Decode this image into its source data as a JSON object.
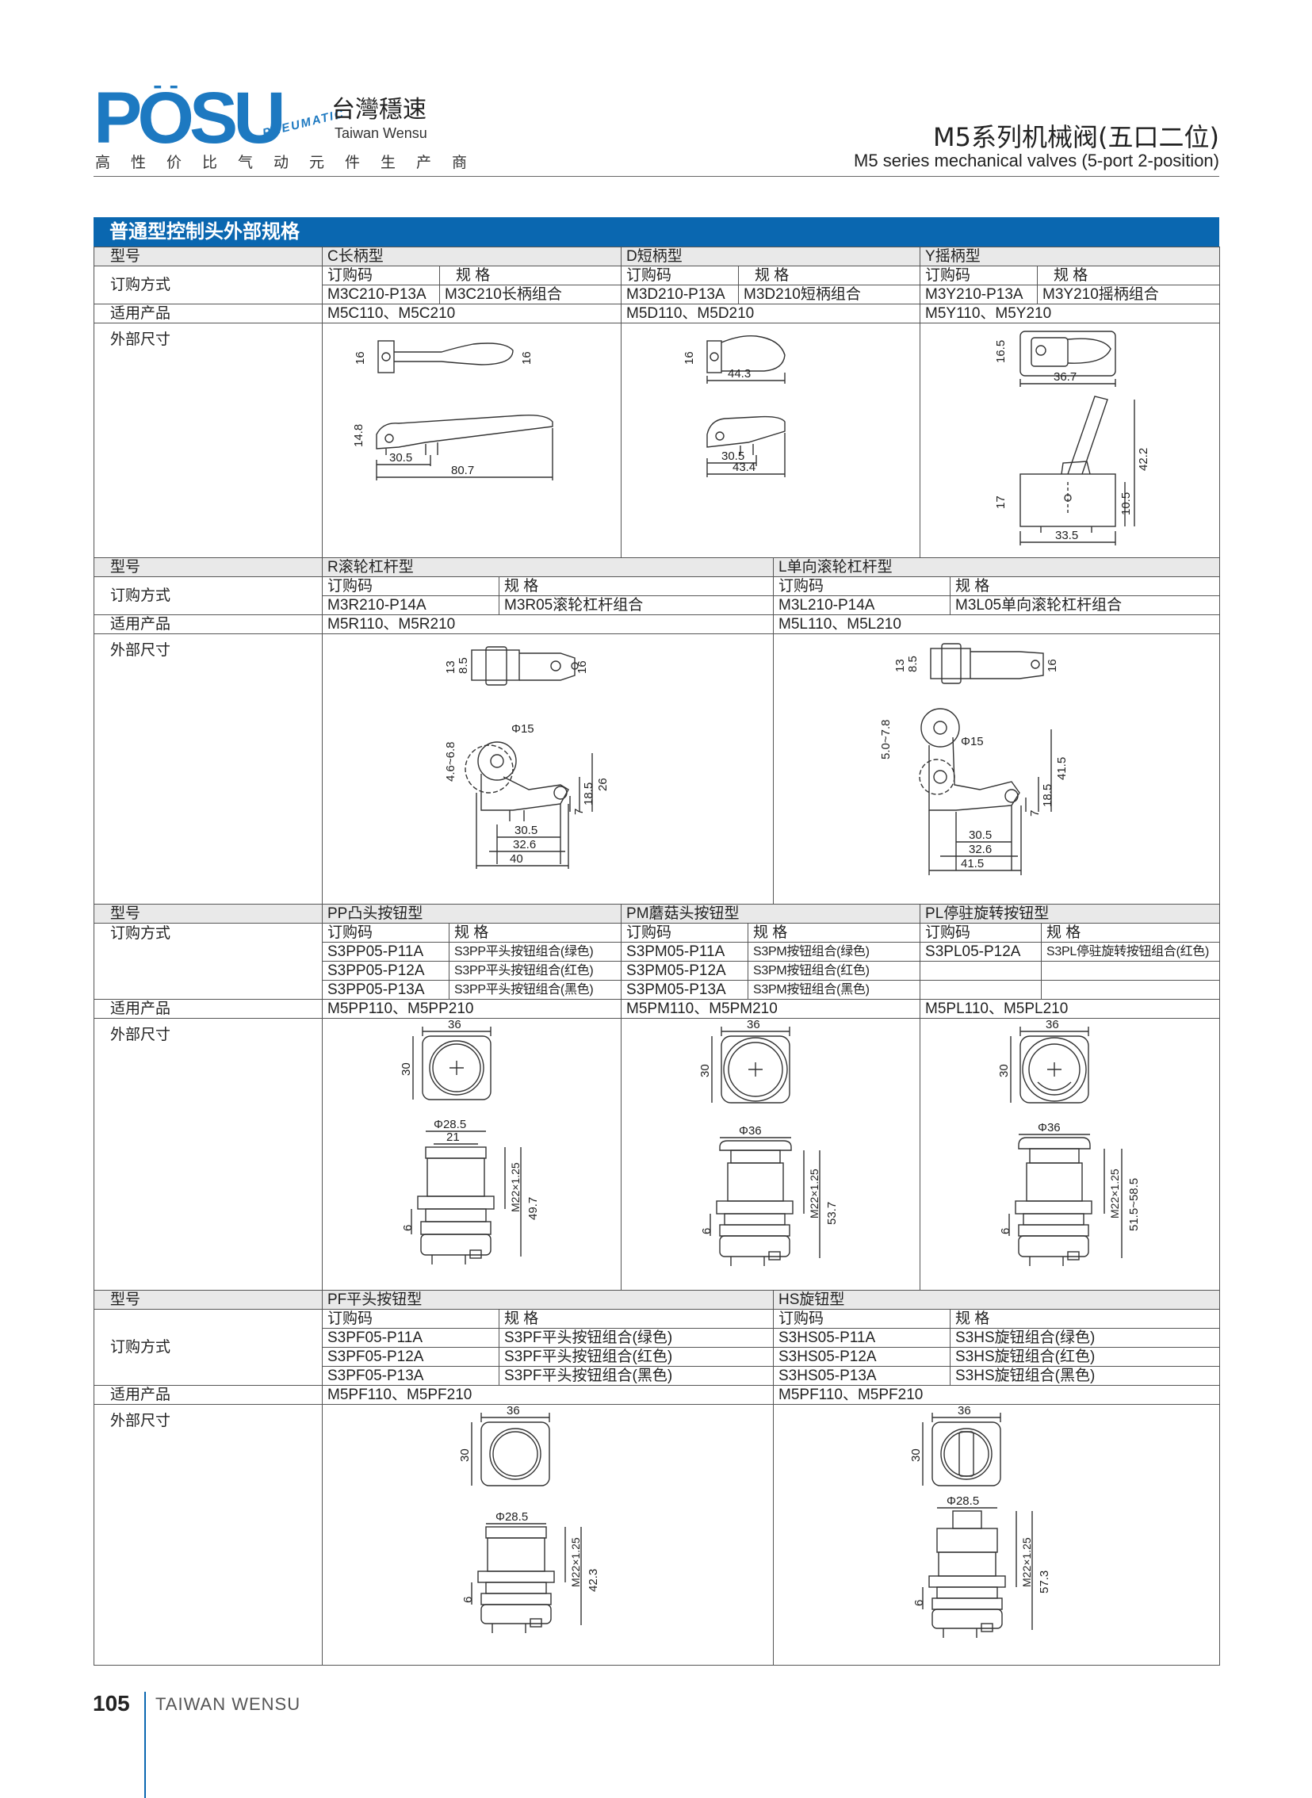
{
  "header": {
    "logo_text": "PÖSU",
    "logo_arc": "PNEUMATIC",
    "logo_cn": "台灣穩速",
    "logo_en": "Taiwan Wensu",
    "tagline": "高性价比气动元件生产商",
    "title_cn": "M5系列机械阀(五口二位)",
    "title_en": "M5 series mechanical valves (5-port 2-position)"
  },
  "section_title": "普通型控制头外部规格",
  "labels": {
    "model": "型号",
    "order": "订购方式",
    "product": "适用产品",
    "dims": "外部尺寸",
    "code": "订购码",
    "spec": "规  格"
  },
  "table1": {
    "groups": [
      {
        "name": "C长柄型",
        "code": "M3C210-P13A",
        "spec": "M3C210长柄组合",
        "products": "M5C110、M5C210",
        "dims": [
          "16",
          "16",
          "14.8",
          "30.5",
          "80.7"
        ]
      },
      {
        "name": "D短柄型",
        "code": "M3D210-P13A",
        "spec": "M3D210短柄组合",
        "products": "M5D110、M5D210",
        "dims": [
          "16",
          "44.3",
          "30.5",
          "43.4"
        ]
      },
      {
        "name": "Y摇柄型",
        "code": "M3Y210-P13A",
        "spec": "M3Y210摇柄组合",
        "products": "M5Y110、M5Y210",
        "dims": [
          "16.5",
          "36.7",
          "42.2",
          "17",
          "10.5",
          "33.5"
        ]
      }
    ]
  },
  "table2": {
    "groups": [
      {
        "name": "R滚轮杠杆型",
        "code": "M3R210-P14A",
        "spec": "M3R05滚轮杠杆组合",
        "products": "M5R110、M5R210",
        "dims": [
          "13",
          "8.5",
          "16",
          "Φ15",
          "4.6~6.8",
          "26",
          "18.5",
          "7",
          "30.5",
          "32.6",
          "40"
        ]
      },
      {
        "name": "L单向滚轮杠杆型",
        "code": "M3L210-P14A",
        "spec": "M3L05单向滚轮杠杆组合",
        "products": "M5L110、M5L210",
        "dims": [
          "13",
          "8.5",
          "16",
          "Φ15",
          "5.0~7.8",
          "41.5",
          "18.5",
          "7",
          "30.5",
          "32.6",
          "41.5"
        ]
      }
    ]
  },
  "table3": {
    "groups": [
      {
        "name": "PP凸头按钮型",
        "rows": [
          [
            "S3PP05-P11A",
            "S3PP平头按钮组合(绿色)"
          ],
          [
            "S3PP05-P12A",
            "S3PP平头按钮组合(红色)"
          ],
          [
            "S3PP05-P13A",
            "S3PP平头按钮组合(黑色)"
          ]
        ],
        "products": "M5PP110、M5PP210",
        "dims": [
          "36",
          "30",
          "Φ28.5",
          "21",
          "M22×1.25",
          "49.7",
          "6"
        ]
      },
      {
        "name": "PM蘑菇头按钮型",
        "rows": [
          [
            "S3PM05-P11A",
            "S3PM按钮组合(绿色)"
          ],
          [
            "S3PM05-P12A",
            "S3PM按钮组合(红色)"
          ],
          [
            "S3PM05-P13A",
            "S3PM按钮组合(黑色)"
          ]
        ],
        "products": "M5PM110、M5PM210",
        "dims": [
          "36",
          "30",
          "Φ36",
          "M22×1.25",
          "53.7",
          "6"
        ]
      },
      {
        "name": "PL停驻旋转按钮型",
        "rows": [
          [
            "S3PL05-P12A",
            "S3PL停驻旋转按钮组合(红色)"
          ]
        ],
        "products": "M5PL110、M5PL210",
        "dims": [
          "36",
          "30",
          "Φ36",
          "M22×1.25",
          "51.5~58.5",
          "6"
        ]
      }
    ]
  },
  "table4": {
    "groups": [
      {
        "name": "PF平头按钮型",
        "rows": [
          [
            "S3PF05-P11A",
            "S3PF平头按钮组合(绿色)"
          ],
          [
            "S3PF05-P12A",
            "S3PF平头按钮组合(红色)"
          ],
          [
            "S3PF05-P13A",
            "S3PF平头按钮组合(黑色)"
          ]
        ],
        "products": "M5PF110、M5PF210",
        "dims": [
          "36",
          "30",
          "Φ28.5",
          "M22×1.25",
          "42.3",
          "6"
        ]
      },
      {
        "name": "HS旋钮型",
        "rows": [
          [
            "S3HS05-P11A",
            "S3HS旋钮组合(绿色)"
          ],
          [
            "S3HS05-P12A",
            "S3HS旋钮组合(红色)"
          ],
          [
            "S3HS05-P13A",
            "S3HS旋钮组合(黑色)"
          ]
        ],
        "products": "M5PF110、M5PF210",
        "dims": [
          "36",
          "30",
          "Φ28.5",
          "M22×1.25",
          "57.3",
          "6"
        ]
      }
    ]
  },
  "footer": {
    "page_number": "105",
    "brand": "TAIWAN WENSU"
  },
  "colors": {
    "brand_blue": "#0a67b0",
    "logo_blue": "#1d79c1",
    "header_gray": "#e9e9e9"
  }
}
